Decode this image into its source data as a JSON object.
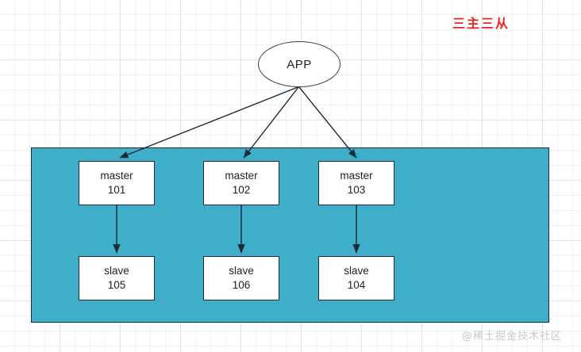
{
  "diagram": {
    "annotation": "三主三从",
    "annotation_color": "#ee2222",
    "watermark": "@稀土掘金技术社区",
    "cluster_color": "#3FAEC8",
    "app_node": {
      "label": "APP",
      "shape": "ellipse"
    },
    "masters": [
      {
        "role": "master",
        "id": "101"
      },
      {
        "role": "master",
        "id": "102"
      },
      {
        "role": "master",
        "id": "103"
      }
    ],
    "slaves": [
      {
        "role": "slave",
        "id": "105"
      },
      {
        "role": "slave",
        "id": "106"
      },
      {
        "role": "slave",
        "id": "104"
      }
    ]
  }
}
